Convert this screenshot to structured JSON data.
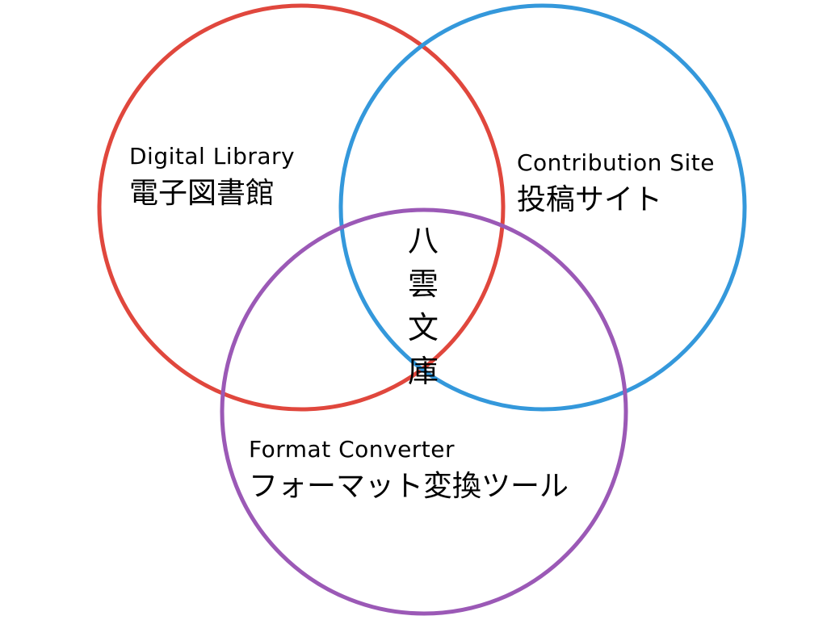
{
  "sets": [
    {
      "id": "digital-library",
      "label_en": "Digital Library",
      "label_ja": "電子図書館",
      "color": "#e0473d"
    },
    {
      "id": "contribution-site",
      "label_en": "Contribution Site",
      "label_ja": "投稿サイト",
      "color": "#3498db"
    },
    {
      "id": "format-converter",
      "label_en": "Format Converter",
      "label_ja": "フォーマット変換ツール",
      "color": "#9b59b6"
    }
  ],
  "center": {
    "chars": [
      "八",
      "雲",
      "文",
      "庫"
    ]
  }
}
